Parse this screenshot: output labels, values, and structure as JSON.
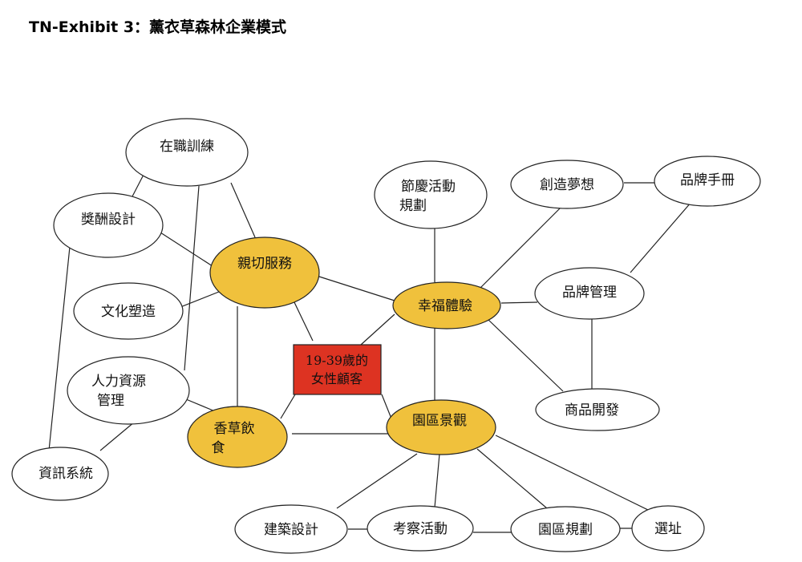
{
  "title": "TN-Exhibit 3：薰衣草森林企業模式",
  "colors": {
    "core": "#f0c13c",
    "center": "#dd3322",
    "plain": "#ffffff",
    "line": "#222222"
  },
  "center": {
    "label_line1": "19-39歲的",
    "label_line2": "女性顧客"
  },
  "nodes": {
    "qinqie": "親切服務",
    "xingfu": "幸福體驗",
    "yuanqu": "園區景觀",
    "xiangcao": {
      "line1": "香草飲",
      "line2": "食"
    },
    "zaizhi": "在職訓練",
    "jiangchou": "獎酬設計",
    "wenhua": "文化塑造",
    "renli": {
      "line1": "人力資源",
      "line2": "管理"
    },
    "zixun": "資訊系統",
    "jieqing": {
      "line1": "節慶活動",
      "line2": "規劃"
    },
    "chuangzao": "創造夢想",
    "pinpaishouce": "品牌手冊",
    "pinpaiguanli": "品牌管理",
    "shangpin": "商品開發",
    "jianzhu": "建築設計",
    "kaocha": "考察活動",
    "yuanquguihua": "園區規劃",
    "xuanzhi": "選址"
  }
}
